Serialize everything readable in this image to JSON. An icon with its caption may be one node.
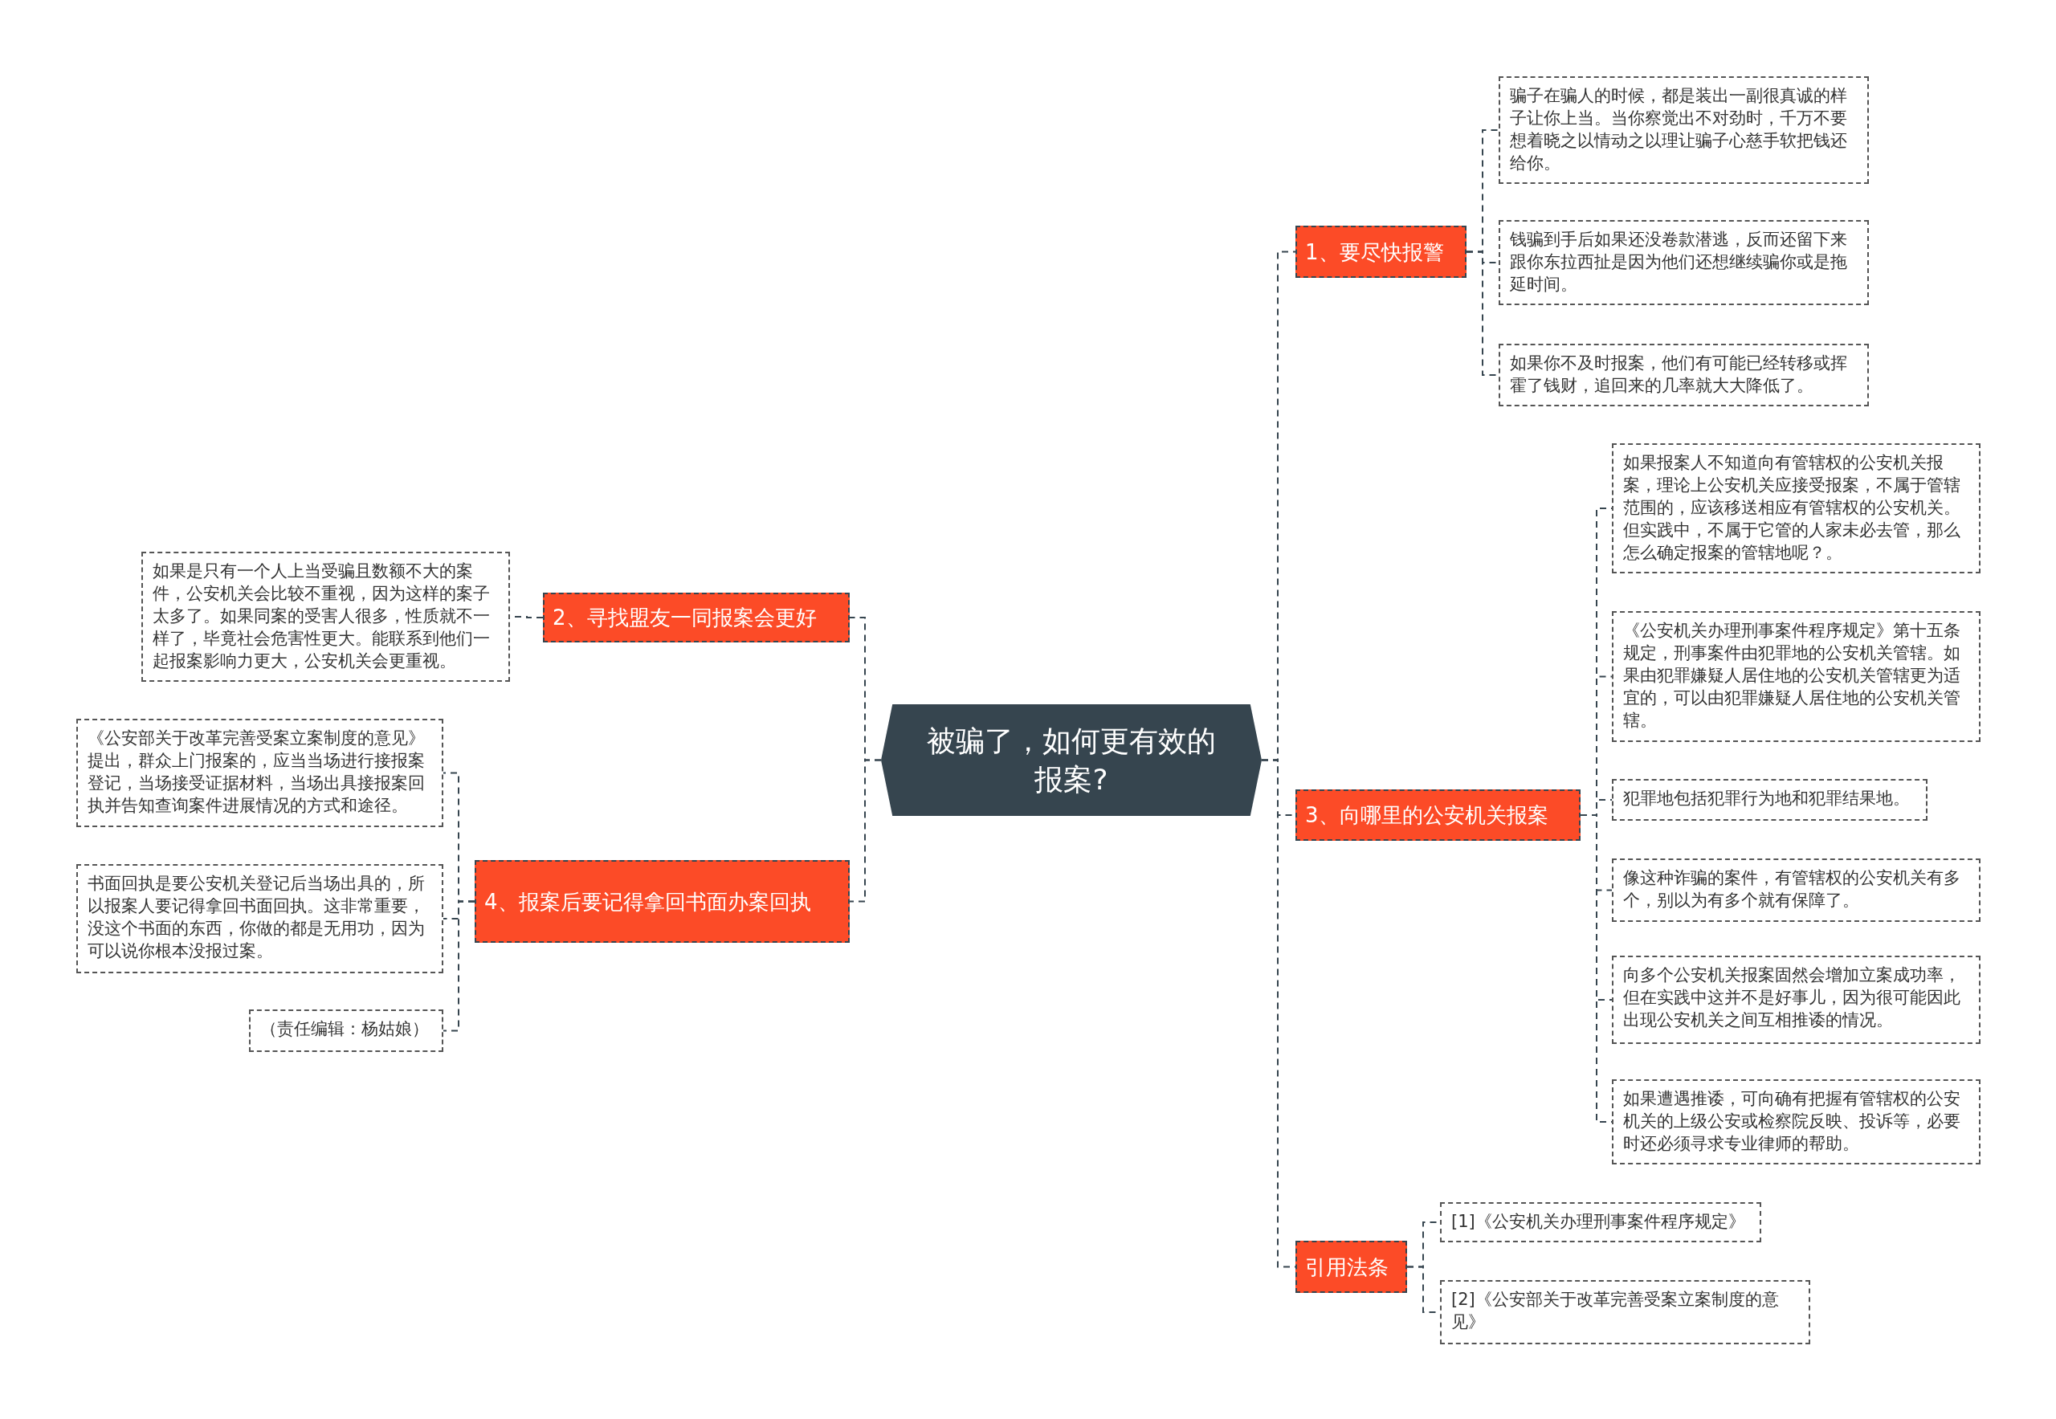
{
  "diagram": {
    "nodes": [
      {
        "text": [
          "被骗了，如何更有效的报案?"
        ]
      },
      {
        "text": [
          "1、要尽快报警"
        ]
      },
      {
        "text": [
          "骗子在骗人的时候，都是装出一副很真诚的样子让你上当。当你察觉出不对劲时，千万不要想着晓之以情动之以理让骗子心慈手软把钱还给你。"
        ]
      },
      {
        "text": [
          "钱骗到手后如果还没卷款潜逃，反而还留下来跟你东拉西扯是因为他们还想继续骗你或是拖延时间。"
        ]
      },
      {
        "text": [
          "如果你不及时报案，他们有可能已经转移或挥霍了钱财，追回来的几率就大大降低了。"
        ]
      },
      {
        "text": [
          "2、寻找盟友一同报案会更好"
        ]
      },
      {
        "text": [
          "如果是只有一个人上当受骗且数额不大的案件，公安机关会比较不重视，因为这样的案子太多了。如果同案的受害人很多，性质就不一样了，毕竟社会危害性更大。能联系到他们一起报案影响力更大，公安机关会更重视。"
        ]
      },
      {
        "text": [
          "3、向哪里的公安机关报案"
        ]
      },
      {
        "text": [
          "如果报案人不知道向有管辖权的公安机关报案，理论上公安机关应接受报案，不属于管辖范围的，应该移送相应有管辖权的公安机关。但实践中，不属于它管的人家未必去管，那么怎么确定报案的管辖地呢？。"
        ]
      },
      {
        "text": [
          "《公安机关办理刑事案件程序规定》第十五条规定，刑事案件由犯罪地的公安机关管辖。如果由犯罪嫌疑人居住地的公安机关管辖更为适宜的，可以由犯罪嫌疑人居住地的公安机关管辖。"
        ]
      },
      {
        "text": [
          "犯罪地包括犯罪行为地和犯罪结果地。"
        ]
      },
      {
        "text": [
          "像这种诈骗的案件，有管辖权的公安机关有多个，别以为有多个就有保障了。"
        ]
      },
      {
        "text": [
          "向多个公安机关报案固然会增加立案成功率，但在实践中这并不是好事儿，因为很可能因此出现公安机关之间互相推诿的情况。"
        ]
      },
      {
        "text": [
          "如果遭遇推诿，可向确有把握有管辖权的公安机关的上级公安或检察院反映、投诉等，必要时还必须寻求专业律师的帮助。"
        ]
      },
      {
        "text": [
          "引用法条"
        ]
      },
      {
        "text": [
          "[1]《公安机关办理刑事案件程序规定》"
        ]
      },
      {
        "text": [
          "[2]《公安部关于改革完善受案立案制度的意见》"
        ]
      },
      {
        "text": [
          "4、报案后要记得拿回书面办案回执"
        ]
      },
      {
        "text": [
          "《公安部关于改革完善受案立案制度的意见》提出，群众上门报案的，应当当场进行接报案登记，当场接受证据材料，当场出具接报案回执并告知查询案件进展情况的方式和途径。"
        ]
      },
      {
        "text": [
          "书面回执是要公安机关登记后当场出具的，所以报案人要记得拿回书面回执。这非常重要，没这个书面的东西，你做的都是无用功，因为可以说你根本没报过案。"
        ]
      },
      {
        "text": [
          "（责任编辑：杨姑娘）"
        ]
      }
    ],
    "edges": [
      {
        "from": 0,
        "to": 1,
        "arrow": "none"
      },
      {
        "from": 1,
        "to": 2,
        "arrow": "none"
      },
      {
        "from": 1,
        "to": 3,
        "arrow": "none"
      },
      {
        "from": 1,
        "to": 4,
        "arrow": "none"
      },
      {
        "from": 0,
        "to": 5,
        "arrow": "none"
      },
      {
        "from": 5,
        "to": 6,
        "arrow": "none"
      },
      {
        "from": 0,
        "to": 7,
        "arrow": "none"
      },
      {
        "from": 7,
        "to": 8,
        "arrow": "none"
      },
      {
        "from": 7,
        "to": 9,
        "arrow": "none"
      },
      {
        "from": 7,
        "to": 10,
        "arrow": "none"
      },
      {
        "from": 7,
        "to": 11,
        "arrow": "none"
      },
      {
        "from": 7,
        "to": 12,
        "arrow": "none"
      },
      {
        "from": 7,
        "to": 13,
        "arrow": "none"
      },
      {
        "from": 0,
        "to": 14,
        "arrow": "none"
      },
      {
        "from": 14,
        "to": 15,
        "arrow": "none"
      },
      {
        "from": 14,
        "to": 16,
        "arrow": "none"
      },
      {
        "from": 0,
        "to": 17,
        "arrow": "none"
      },
      {
        "from": 17,
        "to": 18,
        "arrow": "none"
      },
      {
        "from": 17,
        "to": 19,
        "arrow": "none"
      },
      {
        "from": 17,
        "to": 20,
        "arrow": "none"
      }
    ]
  }
}
